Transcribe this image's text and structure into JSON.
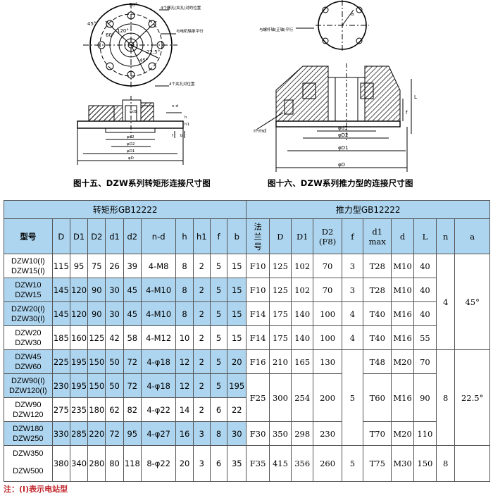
{
  "drawings": {
    "fig15": {
      "top_labels": [
        "90°",
        "45°",
        "120°",
        "22.5°",
        "60°",
        "45°"
      ],
      "callouts": [
        "4个螺孔(夹孔)对的位置",
        "与电机轴承平行",
        "4个夹孔对位置"
      ],
      "dims": [
        "φd1",
        "φd2",
        "φD2",
        "φD1",
        "φD",
        "n-d",
        "h",
        "h1",
        "f",
        "b"
      ]
    },
    "fig16": {
      "top_labels": [
        "a"
      ],
      "callouts": [
        "与螺杆轴(正轴)平行"
      ],
      "dims": [
        "n-md",
        "φd1",
        "φD2",
        "φD1",
        "φD",
        "L",
        "f"
      ]
    }
  },
  "captions": {
    "fig15": "图十五、DZW系列转矩形连接尺寸图",
    "fig16": "图十六、DZW系列推力型的连接尺寸图"
  },
  "table": {
    "group_left": "转矩形GB12222",
    "group_right": "推力型GB12222",
    "headers_left": [
      "型号",
      "D",
      "D1",
      "D2",
      "d1",
      "d2",
      "n-d",
      "h",
      "h1",
      "f",
      "b"
    ],
    "headers_right": [
      "法兰号",
      "D",
      "D1",
      "D2(F8)",
      "f",
      "d1 max",
      "d",
      "L",
      "n",
      "a"
    ],
    "header_d2_line1": "D2",
    "header_d2_line2": "(F8)",
    "header_d1_line1": "d1",
    "header_d1_line2": "max",
    "header_flange_line1": "法",
    "header_flange_line2": "兰",
    "header_flange_line3": "号",
    "rows": [
      {
        "models": [
          "DZW10(I)",
          "DZW15(I)"
        ],
        "D": "115",
        "D1": "95",
        "D2": "75",
        "d1": "26",
        "d2": "39",
        "nd": "4-M8",
        "h": "8",
        "h1": "2",
        "f": "5",
        "b": "15",
        "flange": "F10",
        "rD": "125",
        "rD1": "102",
        "rD2": "70",
        "rf": "3",
        "rd1": "T28",
        "rd": "M10",
        "rL": "40"
      },
      {
        "models": [
          "DZW10",
          "DZW15"
        ],
        "D": "145",
        "D1": "120",
        "D2": "90",
        "d1": "30",
        "d2": "45",
        "nd": "4-M10",
        "h": "8",
        "h1": "2",
        "f": "5",
        "b": "15",
        "flange": "F10",
        "rD": "125",
        "rD1": "102",
        "rD2": "70",
        "rf": "3",
        "rd1": "T28",
        "rd": "M10",
        "rL": "40"
      },
      {
        "models": [
          "DZW20(I)",
          "DZW30(I)"
        ],
        "D": "145",
        "D1": "120",
        "D2": "90",
        "d1": "30",
        "d2": "45",
        "nd": "4-M10",
        "h": "8",
        "h1": "2",
        "f": "5",
        "b": "15",
        "flange": "F14",
        "rD": "175",
        "rD1": "140",
        "rD2": "100",
        "rf": "4",
        "rd1": "T40",
        "rd": "M16",
        "rL": "40"
      },
      {
        "models": [
          "DZW20",
          "DZW30"
        ],
        "D": "185",
        "D1": "160",
        "D2": "125",
        "d1": "42",
        "d2": "58",
        "nd": "4-M12",
        "h": "10",
        "h1": "2",
        "f": "5",
        "b": "15",
        "flange": "F14",
        "rD": "175",
        "rD1": "140",
        "rD2": "100",
        "rf": "4",
        "rd1": "T40",
        "rd": "M16",
        "rL": "55"
      },
      {
        "models": [
          "DZW45",
          "DZW60"
        ],
        "D": "225",
        "D1": "195",
        "D2": "150",
        "d1": "50",
        "d2": "72",
        "nd": "4-φ18",
        "h": "12",
        "h1": "2",
        "f": "5",
        "b": "20",
        "flange": "F16",
        "rD": "210",
        "rD1": "165",
        "rD2": "130",
        "rd1": "T48",
        "rd": "M20",
        "rL": "70"
      },
      {
        "models": [
          "DZW90(I)",
          "DZW120(I)"
        ],
        "D": "230",
        "D1": "195",
        "D2": "150",
        "d1": "50",
        "d2": "72",
        "nd": "4-φ18",
        "h": "12",
        "h1": "2",
        "f": "5",
        "b": "195"
      },
      {
        "models": [
          "DZW90",
          "DZW120"
        ],
        "D": "275",
        "D1": "235",
        "D2": "180",
        "d1": "62",
        "d2": "82",
        "nd": "4-φ22",
        "h": "14",
        "h1": "2",
        "f": "6",
        "b": "22"
      },
      {
        "models": [
          "DZW180",
          "DZW250"
        ],
        "D": "330",
        "D1": "285",
        "D2": "220",
        "d1": "72",
        "d2": "95",
        "nd": "4-φ27",
        "h": "16",
        "h1": "3",
        "f": "8",
        "b": "30",
        "flange": "F30",
        "rD": "350",
        "rD1": "298",
        "rD2": "230",
        "rd1": "T70",
        "rd": "M20",
        "rL": "110"
      },
      {
        "models": [
          "DZW350",
          "DZW500"
        ],
        "D": "380",
        "D1": "340",
        "D2": "280",
        "d1": "80",
        "d2": "118",
        "nd": "8-φ22",
        "h": "20",
        "h1": "3",
        "f": "6",
        "b": "35",
        "flange": "F35",
        "rD": "415",
        "rD1": "356",
        "rD2": "260",
        "rf": "5",
        "rd1": "T75",
        "rd": "M30",
        "rL": "150",
        "rn": "8"
      }
    ],
    "merged": {
      "n_top": "4",
      "a_top": "45°",
      "f25": {
        "flange": "F25",
        "rD": "300",
        "rD1": "254",
        "rD2": "200",
        "rd1": "T60",
        "rd": "M16",
        "rL": "90"
      },
      "f_mid": "5",
      "n_mid": "8",
      "a_mid": "22.5°"
    }
  },
  "note": "注：(I)表示电站型",
  "colors": {
    "header_blue": "#aed5ef",
    "note_red": "#c0272d",
    "grid": "#555555"
  }
}
